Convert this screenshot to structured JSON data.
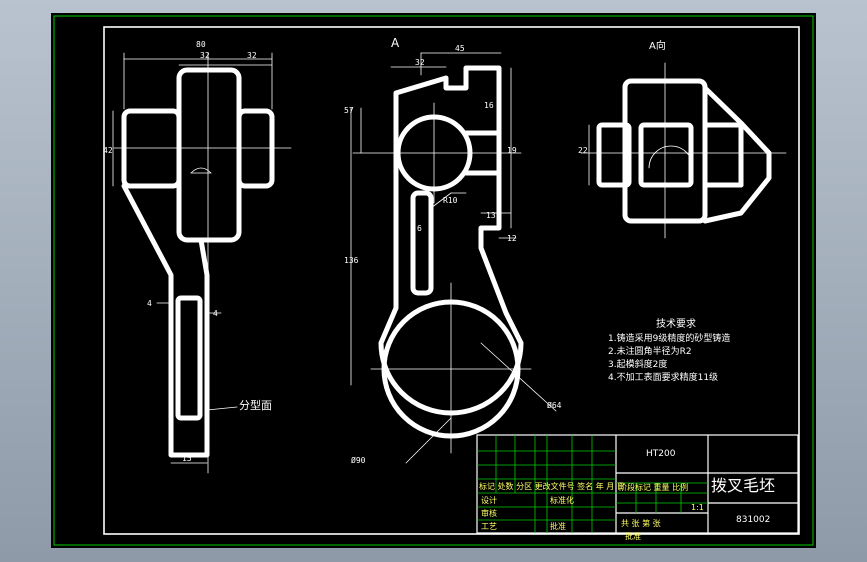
{
  "drawing": {
    "view_label": "A",
    "view_label_right": "A向",
    "parting_label": "分型面",
    "dims": {
      "top_width": "80",
      "inner_width": "32",
      "right_offset": "32",
      "left_height": "42",
      "left_small_1": "4",
      "left_small_2": "4",
      "bottom_width": "15",
      "mid_top_1": "45",
      "mid_top_2": "32",
      "mid_height_1": "57",
      "mid_height_2": "136",
      "mid_right_1": "16",
      "mid_right_2": "19",
      "mid_right_3": "13",
      "mid_right_4": "12",
      "radius_label": "R10",
      "stem_label": "6",
      "dia_large": "Ø64",
      "dia_outer": "Ø90",
      "right_view_dim": "22"
    },
    "tech": {
      "title": "技术要求",
      "items": [
        "1.铸造采用9级精度的砂型铸造",
        "2.未注圆角半径为R2",
        "3.起模斜度2度",
        "4.不加工表面要求精度11级"
      ]
    },
    "title_block": {
      "material": "HT200",
      "part_name": "拨叉毛坯",
      "drawing_no": "831002",
      "header_row": "标记 处数 分区 更改文件号 签名 年 月 日",
      "design": "设计",
      "standard": "标准化",
      "review": "审核",
      "craft": "工艺",
      "process_ctrl": "批准",
      "stage_row": "阶段标记 重量 比例",
      "scale": "1:1",
      "sheets": "共 张 第 张",
      "approve": "批准"
    },
    "colors": {
      "background": "#000000",
      "lines": "#ffffff",
      "frame_border": "#00cc00",
      "table": "#00cc00"
    }
  }
}
